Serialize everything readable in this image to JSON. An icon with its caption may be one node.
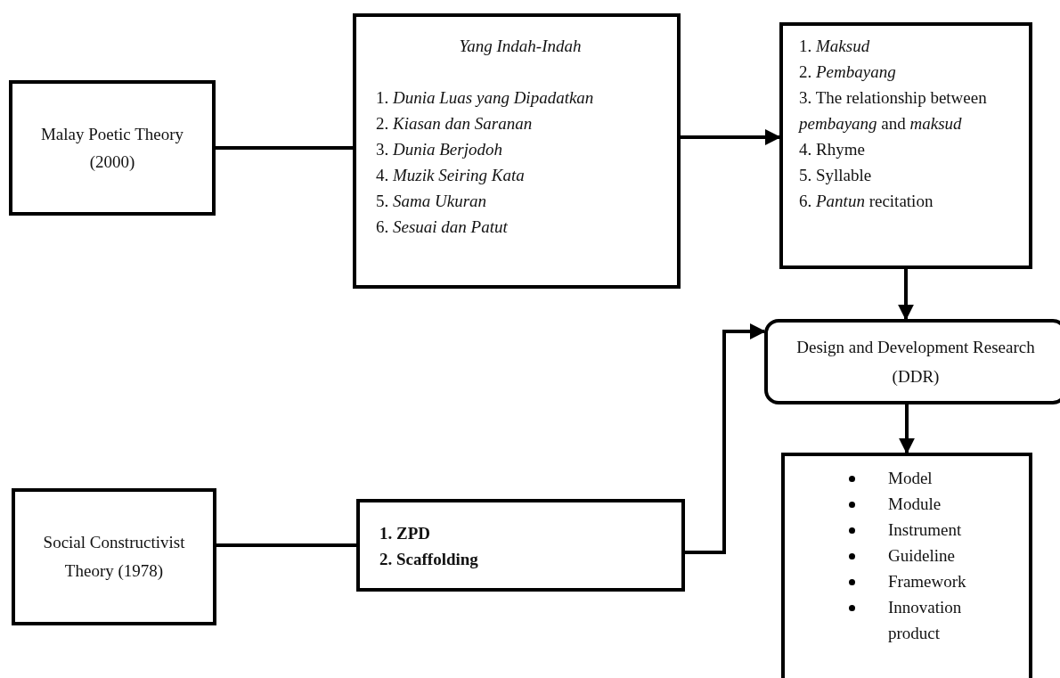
{
  "diagram": {
    "nodes": [
      {
        "text": [
          "Malay Poetic Theory (2000)"
        ]
      },
      {
        "text": [
          "Yang Indah-Indah",
          "1. *Dunia Luas yang Dipadatkan*",
          "2. *Kiasan dan Saranan*",
          "3. *Dunia Berjodoh*",
          "4. *Muzik Seiring Kata*",
          "5. *Sama Ukuran*",
          "6. *Sesuai dan Patut*"
        ]
      },
      {
        "text": [
          "1. *Maksud*",
          "2. *Pembayang*",
          "3. The relationship between *pembayang* and *maksud*",
          "4. Rhyme",
          "5. Syllable",
          "6. *Pantun* recitation"
        ]
      },
      {
        "text": [
          "Design and Development Research (DDR)"
        ]
      },
      {
        "text": [
          "Model",
          "Module",
          "Instrument",
          "Guideline",
          "Framework",
          "Innovation product"
        ]
      },
      {
        "text": [
          "Social Constructivist Theory (1978)"
        ]
      },
      {
        "text": [
          "1. ZPD",
          "2. Scaffolding"
        ]
      }
    ],
    "edges": [
      {
        "from": 0,
        "to": 1,
        "arrow": "none"
      },
      {
        "from": 1,
        "to": 2,
        "arrow": "to"
      },
      {
        "from": 2,
        "to": 3,
        "arrow": "to"
      },
      {
        "from": 3,
        "to": 4,
        "arrow": "to"
      },
      {
        "from": 5,
        "to": 6,
        "arrow": "none"
      },
      {
        "from": 6,
        "to": 3,
        "arrow": "to"
      }
    ]
  }
}
